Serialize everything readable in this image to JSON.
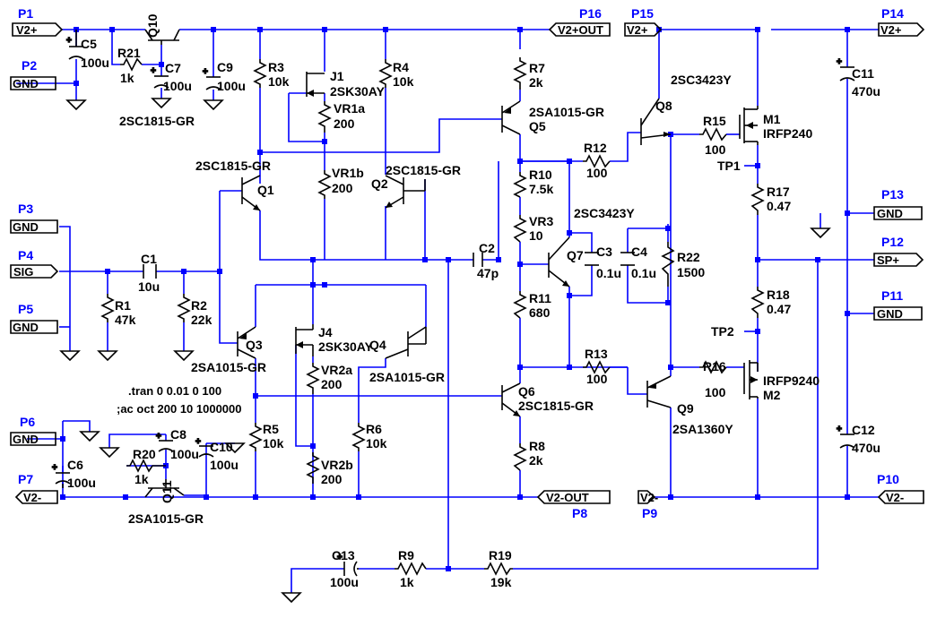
{
  "colors": {
    "wire": "#0000ff",
    "component": "#000000",
    "label": "#000000",
    "port_name": "#0000ff",
    "background": "#ffffff"
  },
  "ports": {
    "p1": {
      "name": "P1",
      "net": "V2+"
    },
    "p2": {
      "name": "P2",
      "net": "GND"
    },
    "p3": {
      "name": "P3",
      "net": "GND"
    },
    "p4": {
      "name": "P4",
      "net": "SIG"
    },
    "p5": {
      "name": "P5",
      "net": "GND"
    },
    "p6": {
      "name": "P6",
      "net": "GND"
    },
    "p7": {
      "name": "P7",
      "net": "V2-"
    },
    "p8": {
      "name": "P8",
      "net": "V2-OUT"
    },
    "p9": {
      "name": "P9",
      "net": "V2-"
    },
    "p10": {
      "name": "P10",
      "net": "V2-"
    },
    "p11": {
      "name": "P11",
      "net": "GND"
    },
    "p12": {
      "name": "P12",
      "net": "SP+"
    },
    "p13": {
      "name": "P13",
      "net": "GND"
    },
    "p14": {
      "name": "P14",
      "net": "V2+"
    },
    "p15": {
      "name": "P15",
      "net": "V2+"
    },
    "p16": {
      "name": "P16",
      "net": "V2+OUT"
    }
  },
  "components": {
    "r1": {
      "ref": "R1",
      "value": "47k"
    },
    "r2": {
      "ref": "R2",
      "value": "22k"
    },
    "r3": {
      "ref": "R3",
      "value": "10k"
    },
    "r4": {
      "ref": "R4",
      "value": "10k"
    },
    "r5": {
      "ref": "R5",
      "value": "10k"
    },
    "r6": {
      "ref": "R6",
      "value": "10k"
    },
    "r7": {
      "ref": "R7",
      "value": "2k"
    },
    "r8": {
      "ref": "R8",
      "value": "2k"
    },
    "r9": {
      "ref": "R9",
      "value": "1k"
    },
    "r10": {
      "ref": "R10",
      "value": "7.5k"
    },
    "r11": {
      "ref": "R11",
      "value": "680"
    },
    "r12": {
      "ref": "R12",
      "value": "100"
    },
    "r13": {
      "ref": "R13",
      "value": "100"
    },
    "r15": {
      "ref": "R15",
      "value": "100"
    },
    "r16": {
      "ref": "R16",
      "value": "100"
    },
    "r17": {
      "ref": "R17",
      "value": "0.47"
    },
    "r18": {
      "ref": "R18",
      "value": "0.47"
    },
    "r19": {
      "ref": "R19",
      "value": "19k"
    },
    "r20": {
      "ref": "R20",
      "value": "1k"
    },
    "r21": {
      "ref": "R21",
      "value": "1k"
    },
    "r22": {
      "ref": "R22",
      "value": "1500"
    },
    "vr1a": {
      "ref": "VR1a",
      "value": "200"
    },
    "vr1b": {
      "ref": "VR1b",
      "value": "200"
    },
    "vr2a": {
      "ref": "VR2a",
      "value": "200"
    },
    "vr2b": {
      "ref": "VR2b",
      "value": "200"
    },
    "vr3": {
      "ref": "VR3",
      "value": "10"
    },
    "c1": {
      "ref": "C1",
      "value": "10u"
    },
    "c2": {
      "ref": "C2",
      "value": "47p"
    },
    "c3": {
      "ref": "C3",
      "value": "0.1u"
    },
    "c4": {
      "ref": "C4",
      "value": "0.1u"
    },
    "c5": {
      "ref": "C5",
      "value": "100u"
    },
    "c6": {
      "ref": "C6",
      "value": "100u"
    },
    "c7": {
      "ref": "C7",
      "value": "100u"
    },
    "c8": {
      "ref": "C8",
      "value": "100u"
    },
    "c9": {
      "ref": "C9",
      "value": "100u"
    },
    "c10": {
      "ref": "C10",
      "value": "100u"
    },
    "c11": {
      "ref": "C11",
      "value": "470u"
    },
    "c12": {
      "ref": "C12",
      "value": "470u"
    },
    "c13": {
      "ref": "C13",
      "value": "100u"
    },
    "q1": {
      "ref": "Q1",
      "part": "2SC1815-GR"
    },
    "q2": {
      "ref": "Q2",
      "part": "2SC1815-GR"
    },
    "q3": {
      "ref": "Q3",
      "part": "2SA1015-GR"
    },
    "q4": {
      "ref": "Q4",
      "part": "2SA1015-GR"
    },
    "q5": {
      "ref": "Q5",
      "part": "2SA1015-GR"
    },
    "q6": {
      "ref": "Q6",
      "part": "2SC1815-GR"
    },
    "q7": {
      "ref": "Q7",
      "part": "2SC3423Y"
    },
    "q8": {
      "ref": "Q8",
      "part": "2SC3423Y"
    },
    "q9": {
      "ref": "Q9",
      "part": "2SA1360Y"
    },
    "q10": {
      "ref": "Q10",
      "part": "2SC1815-GR"
    },
    "q11": {
      "ref": "Q11",
      "part": "2SA1015-GR"
    },
    "j1": {
      "ref": "J1",
      "part": "2SK30AY"
    },
    "j4": {
      "ref": "J4",
      "part": "2SK30AY"
    },
    "m1": {
      "ref": "M1",
      "part": "IRFP240"
    },
    "m2": {
      "ref": "M2",
      "part": "IRFP9240"
    }
  },
  "test_points": {
    "tp1": "TP1",
    "tp2": "TP2"
  },
  "directives": {
    "tran": ".tran 0 0.01 0 100",
    "ac": ";ac oct 200 10 1000000"
  }
}
